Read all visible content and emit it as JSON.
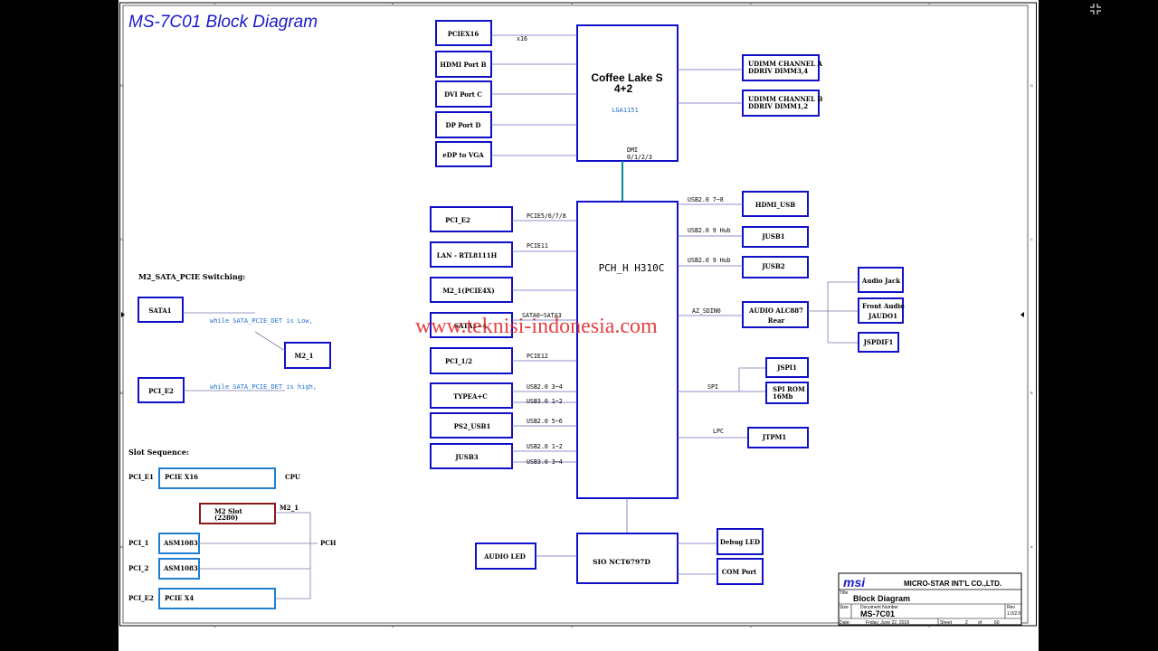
{
  "title": "MS-7C01 Block Diagram",
  "cpu": {
    "name": "Coffee Lake S",
    "cores": "4+2",
    "socket": "LGA1151",
    "dmi": "DMI",
    "dmi_lanes": "0/1/2/3"
  },
  "pch": {
    "name": "PCH_H  H310C"
  },
  "sio": {
    "name": "SIO NCT6797D"
  },
  "cpu_left": [
    {
      "label": "PCIEX16",
      "signal": "x16"
    },
    {
      "label": "HDMI Port B"
    },
    {
      "label": "DVI Port C"
    },
    {
      "label": "DP Port D"
    },
    {
      "label": "eDP to VGA"
    }
  ],
  "memory": [
    {
      "line1": "UDIMM  CHANNEL A",
      "line2": "DDRIV  DIMM3,4"
    },
    {
      "line1": "UDIMM  CHANNEL B",
      "line2": "DDRIV  DIMM1,2"
    }
  ],
  "pch_left": [
    {
      "label": "PCI_E2",
      "signal": "PCIE5/6/7/8"
    },
    {
      "label": "LAN - RTL8111H",
      "signal": "PCIE11"
    },
    {
      "label": "M2_1(PCIE4X)"
    },
    {
      "label": "SATA1~4",
      "signal": "SATA0~SATA3"
    },
    {
      "label": "PCI_1/2",
      "signal": "PCIE12"
    },
    {
      "label": "TYPEA+C",
      "signal": "USB2.0  3~4",
      "signal2": "USB3.0   1~2"
    },
    {
      "label": "PS2_USB1",
      "signal": "USB2.0  5~6"
    },
    {
      "label": "JUSB3",
      "signal": "USB2.0  1~2",
      "signal2": "USB3.0  3~4"
    }
  ],
  "pch_right": [
    {
      "label": "HDMI_USB",
      "signal": "USB2.0  7~8"
    },
    {
      "label": "JUSB1",
      "signal": "USB2.0  9 Hub"
    },
    {
      "label": "JUSB2",
      "signal": "USB2.0  9 Hub"
    }
  ],
  "audio": {
    "line1": "AUDIO  ALC887",
    "line2": "Rear",
    "signal": "AZ_SDIN0"
  },
  "audio_outputs": [
    {
      "label": "Audio Jack"
    },
    {
      "line1": "Front  Audio",
      "line2": "JAUDO1"
    },
    {
      "label": "JSPDIF1"
    }
  ],
  "spi": {
    "signal": "SPI",
    "jspi": "JSPI1",
    "rom1": "SPI ROM",
    "rom2": "16Mb"
  },
  "lpc": {
    "signal": "LPC",
    "tpm": "JTPM1"
  },
  "sio_right": [
    {
      "label": "Debug LED"
    },
    {
      "label": "COM Port"
    }
  ],
  "audio_led": "AUDIO  LED",
  "switching": {
    "heading": "M2_SATA_PCIE  Switching:",
    "sata": "SATA1",
    "pcie": "PCI_E2",
    "m2": "M2_1",
    "note_low": "while  SATA_PCIE_DET  is  Low,",
    "note_high": "while  SATA_PCIE_DET  is  high,"
  },
  "slots": {
    "heading": "Slot Sequence:",
    "pci_e1": "PCI_E1",
    "pcie_x16": "PCIE X16",
    "cpu": "CPU",
    "m2_slot1": "M2  Slot",
    "m2_slot2": "(2280)",
    "m2_1": "M2_1",
    "pci_1": "PCI_1",
    "asm1": "ASM1083",
    "pci_2": "PCI_2",
    "asm2": "ASM1083",
    "pci_e2": "PCI_E2",
    "pcie_x4": "PCIE X4",
    "pch": "PCH"
  },
  "watermark": "www.teknisi-indonesia.com",
  "title_block": {
    "logo": "msi",
    "company": "MICRO-STAR INT'L CO.,LTD.",
    "title_label": "Title",
    "title": "Block Diagram",
    "size_label": "Size",
    "doc_label": "Document  Number",
    "doc": "MS-7C01",
    "rev_label": "Rev",
    "rev": "1.0/2.0",
    "date_label": "Date:",
    "date": "Friday, June 22, 2018",
    "sheet_label": "Sheet",
    "sheet": "2",
    "of_label": "of",
    "total": "60"
  },
  "ruler": {
    "top": [
      "5",
      "4",
      "3",
      "2",
      "1"
    ],
    "side": [
      "D",
      "C",
      "B",
      "A"
    ]
  },
  "colors": {
    "box": "#1010c8",
    "light_box": "#2080d0",
    "m2_box": "#8a1a1a",
    "title": "#1a1acc",
    "watermark": "#e02020",
    "dmi": "#008b9a"
  }
}
